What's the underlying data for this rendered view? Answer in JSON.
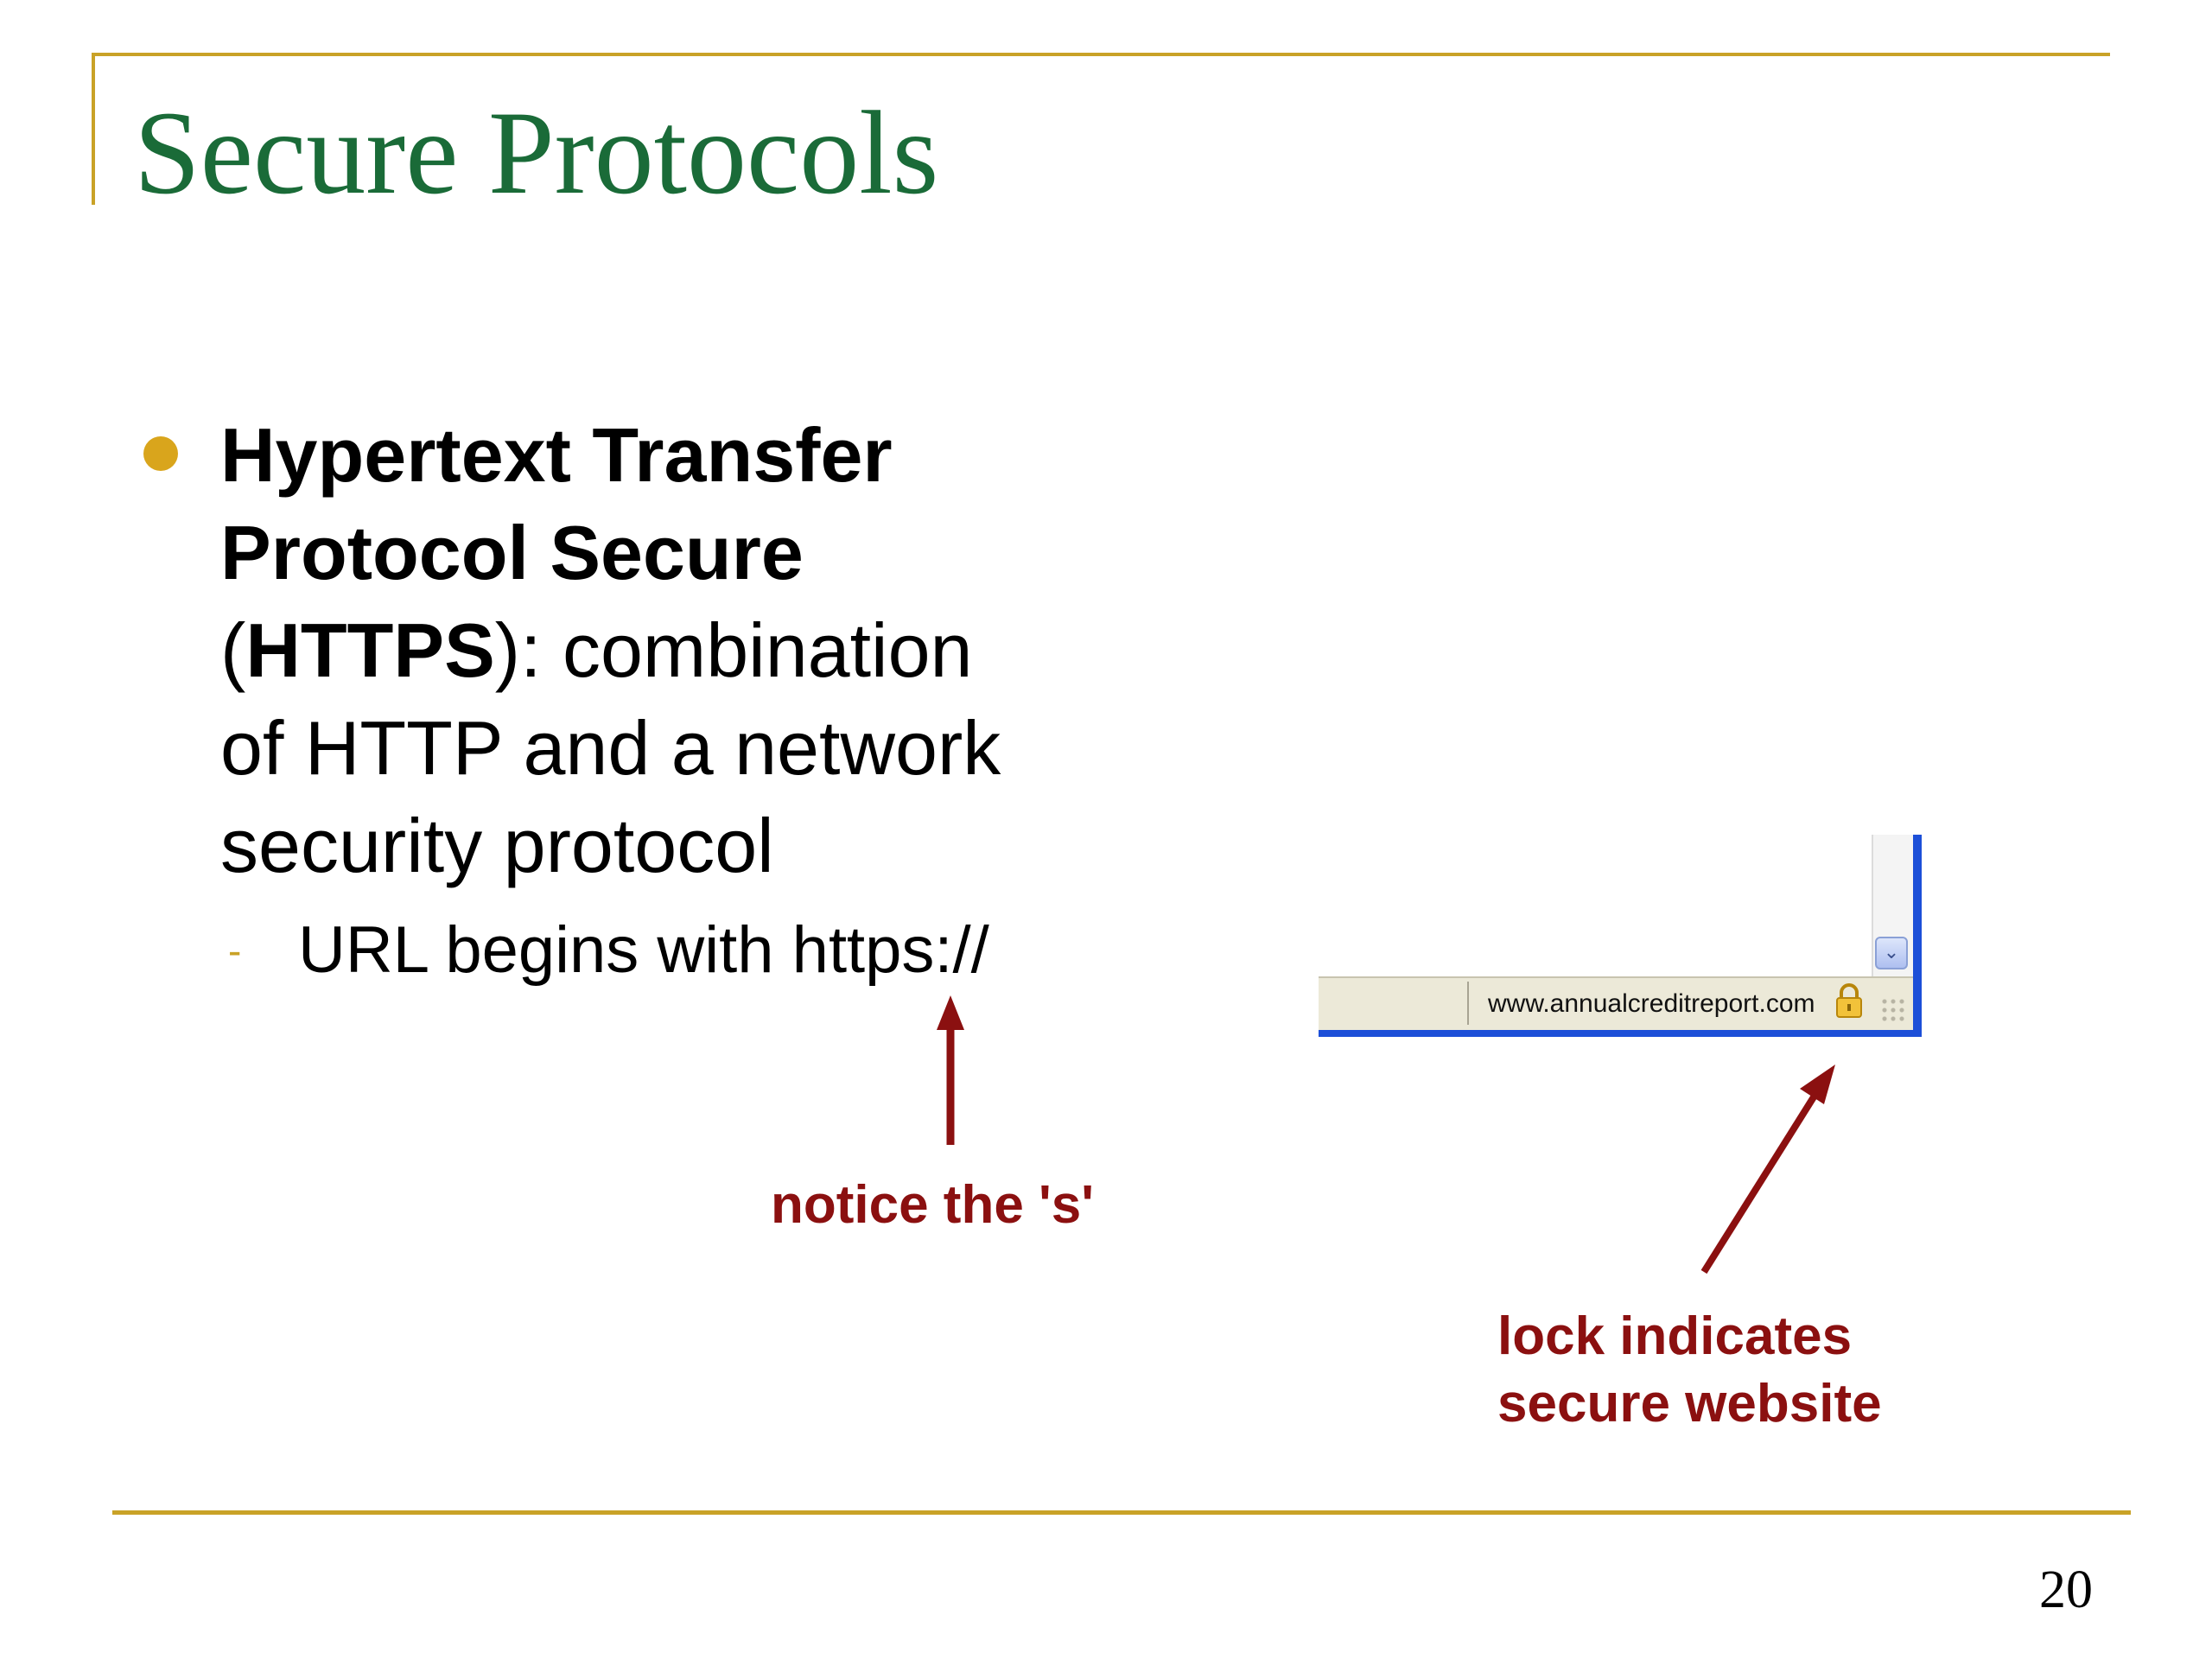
{
  "slide": {
    "title": "Secure Protocols",
    "page_number": "20"
  },
  "bullet": {
    "line1": "Hypertext Transfer",
    "line2": "Protocol Secure",
    "line3_paren_open": "(",
    "line3_bold": "HTTPS",
    "line3_rest": "): combination",
    "line4": "of HTTP and a network",
    "line5": "security protocol",
    "sub_dash": "-",
    "sub_item": "URL begins with https://"
  },
  "annotations": {
    "notice_s": "notice the 's'",
    "lock_line1": "lock indicates",
    "lock_line2": "secure website"
  },
  "browser": {
    "status_url": "www.annualcreditreport.com",
    "icons": [
      "lock-icon",
      "chevron-down-icon",
      "resize-grip-icon"
    ]
  },
  "colors": {
    "title": "#1a6b38",
    "accent_gold": "#c9a227",
    "bullet_dot": "#d9a51c",
    "annotation_red": "#8b1010",
    "browser_blue": "#1c4fd8"
  }
}
